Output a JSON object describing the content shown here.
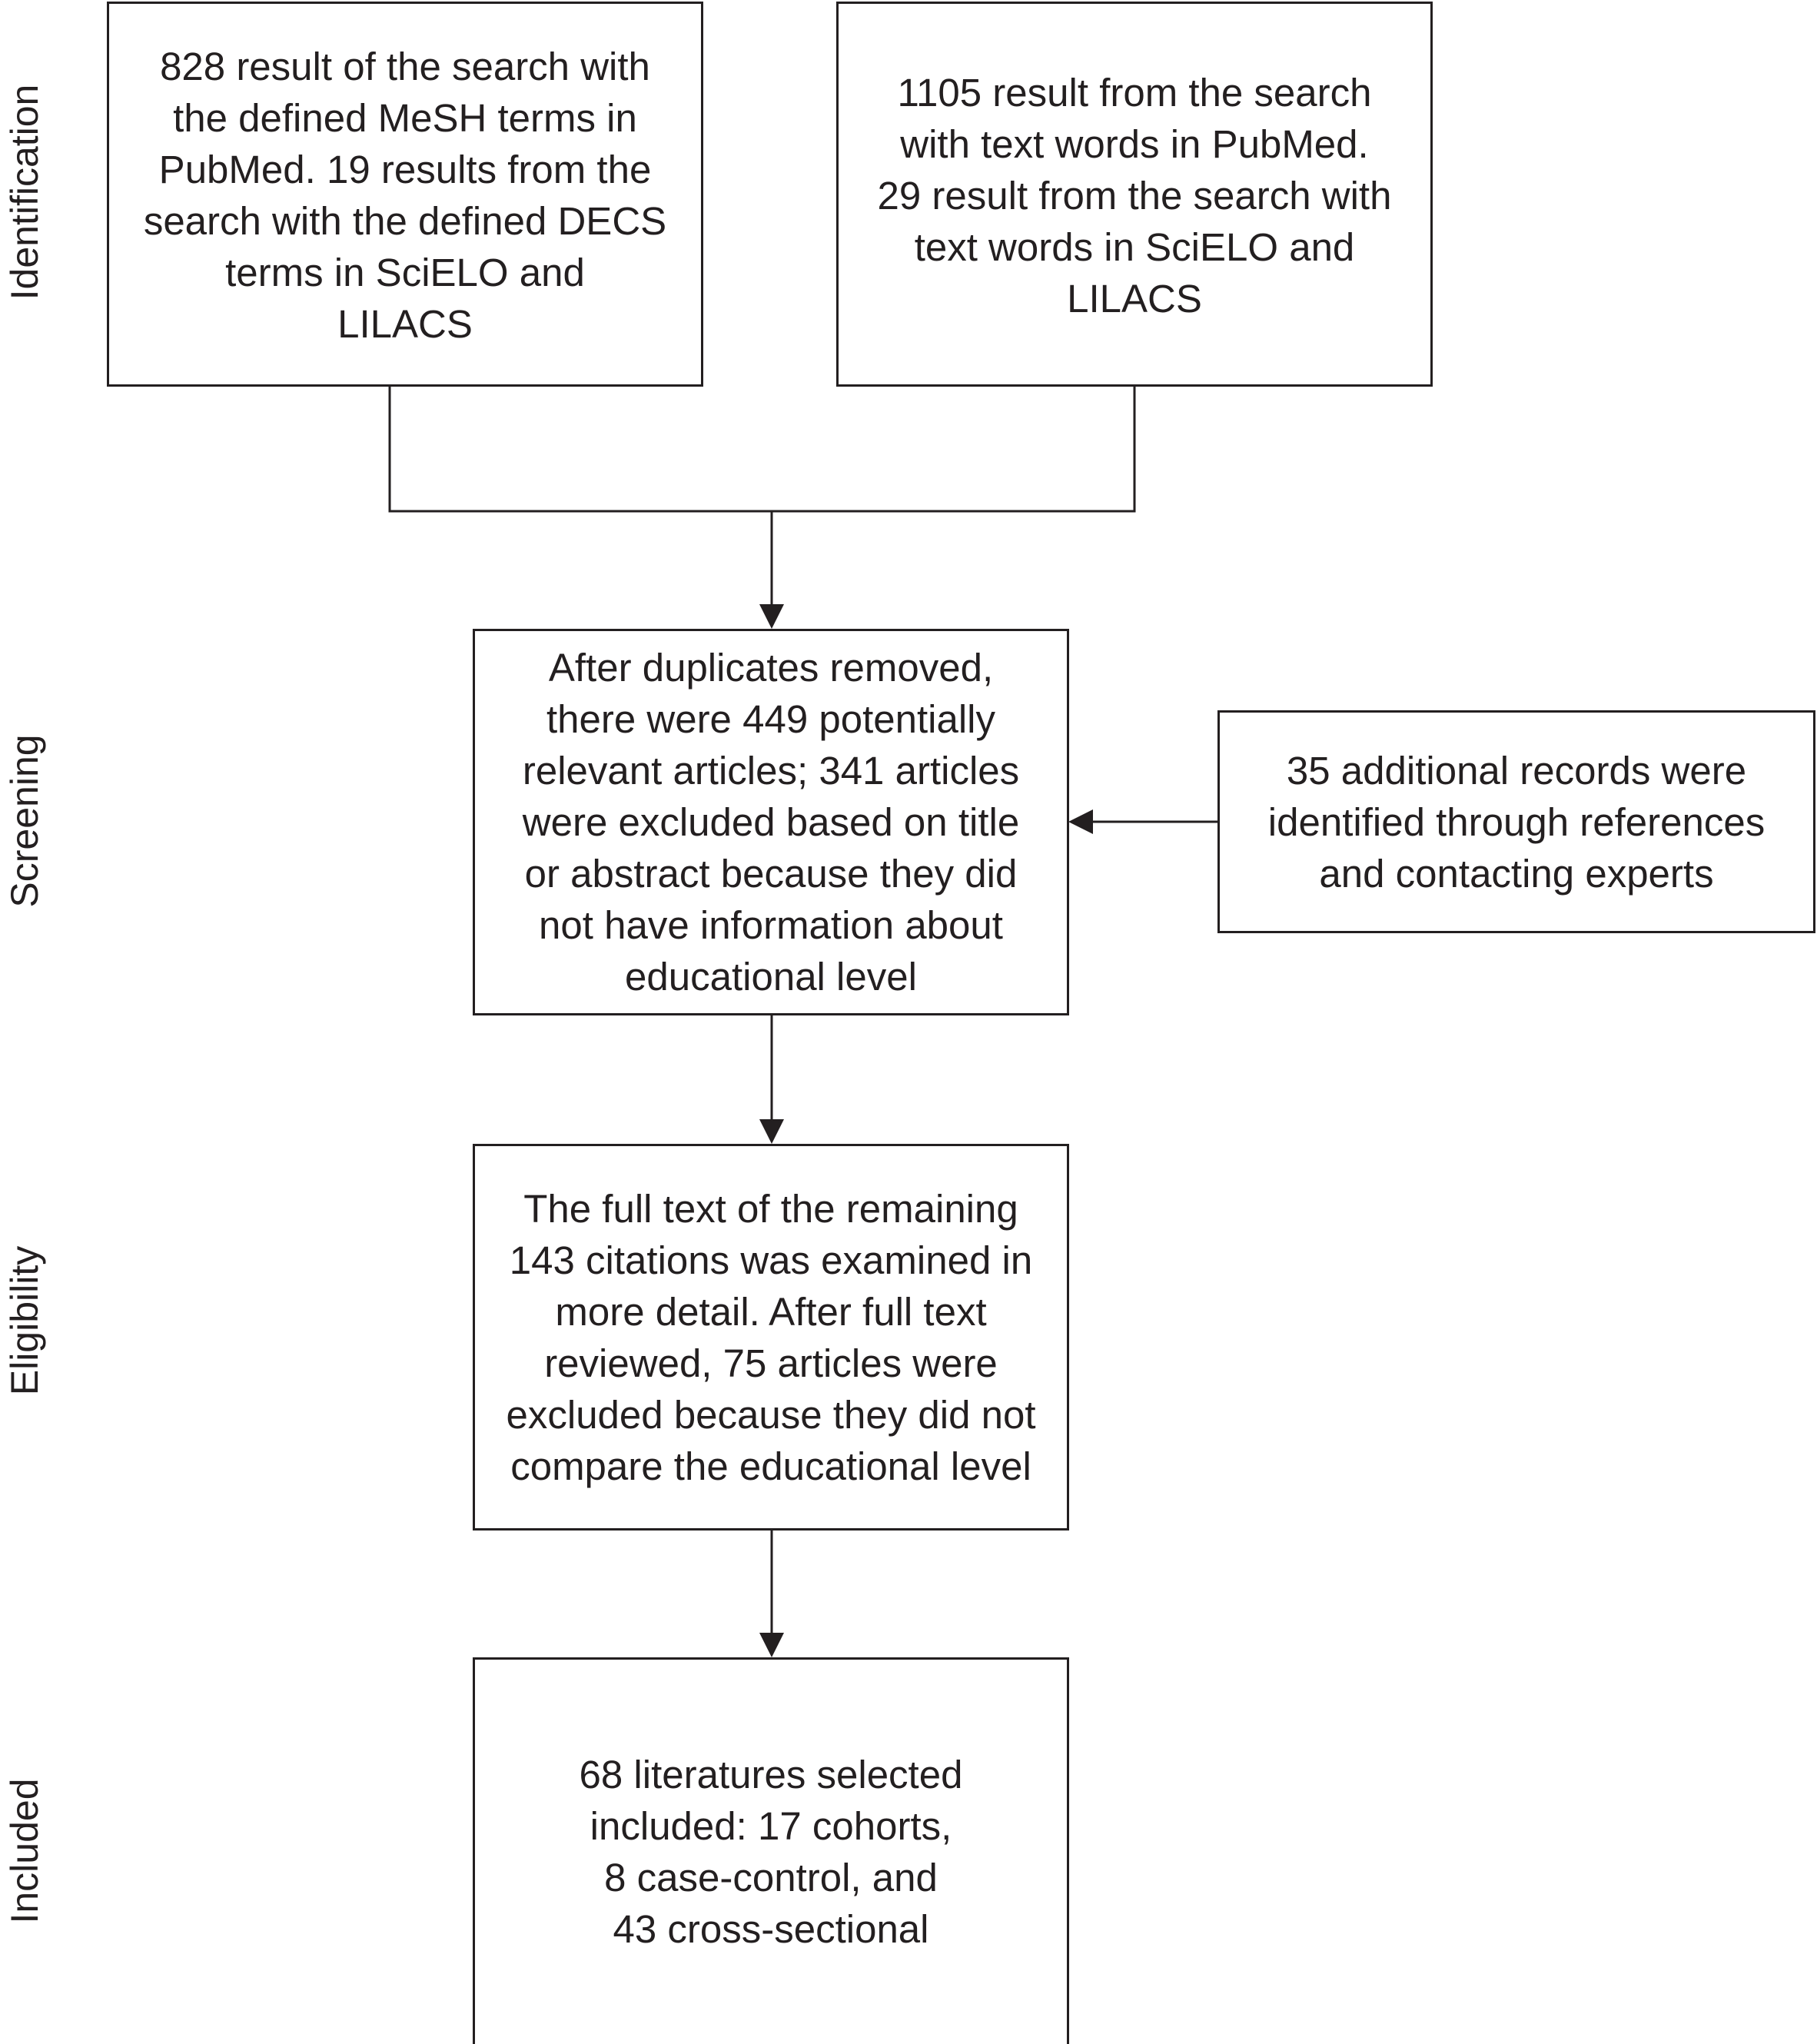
{
  "stages": {
    "identification": "Identification",
    "screening": "Screening",
    "eligibility": "Eligibility",
    "included": "Included"
  },
  "boxes": {
    "mesh_search": "828 result of the search with\nthe defined MeSH terms in\nPubMed. 19 results from the\nsearch with the defined DECS\nterms in SciELO and\nLILACS",
    "text_search": "1105 result from the search\nwith text words in PubMed.\n29 result from the search with\ntext words in SciELO and\nLILACS",
    "screening": "After duplicates removed,\nthere were 449 potentially\nrelevant articles; 341 articles\nwere excluded based on title\nor abstract because they did\nnot have information about\neducational level",
    "additional": "35 additional records were\nidentified through references\nand contacting experts",
    "eligibility": "The full text of the remaining\n143 citations was examined in\nmore detail. After full text\nreviewed, 75 articles were\nexcluded because they did not\ncompare the educational level",
    "included": "68 literatures selected\nincluded: 17 cohorts,\n8 case-control, and\n43 cross-sectional"
  },
  "colors": {
    "line": "#231f20",
    "background": "#ffffff"
  }
}
